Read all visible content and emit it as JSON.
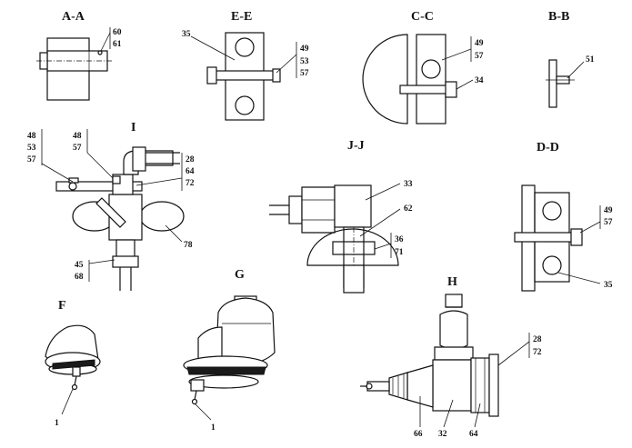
{
  "views": {
    "aa": {
      "title": "A-A",
      "labels": [
        "60",
        "61"
      ]
    },
    "ee": {
      "title": "E-E",
      "labels": [
        "35",
        "49",
        "53",
        "57"
      ]
    },
    "cc": {
      "title": "C-C",
      "labels": [
        "49",
        "57",
        "34"
      ]
    },
    "bb": {
      "title": "B-B",
      "labels": [
        "51"
      ]
    },
    "i": {
      "title": "I",
      "labels": [
        "48",
        "53",
        "57",
        "48",
        "57",
        "28",
        "64",
        "72",
        "78",
        "45",
        "68"
      ]
    },
    "jj": {
      "title": "J-J",
      "labels": [
        "33",
        "62",
        "36",
        "71"
      ]
    },
    "dd": {
      "title": "D-D",
      "labels": [
        "49",
        "57",
        "35"
      ]
    },
    "f": {
      "title": "F",
      "labels": [
        "1"
      ]
    },
    "g": {
      "title": "G",
      "labels": [
        "1"
      ]
    },
    "h": {
      "title": "H",
      "labels": [
        "28",
        "72",
        "66",
        "32",
        "64"
      ]
    }
  },
  "colors": {
    "ink": "#111111",
    "paper": "#ffffff"
  }
}
